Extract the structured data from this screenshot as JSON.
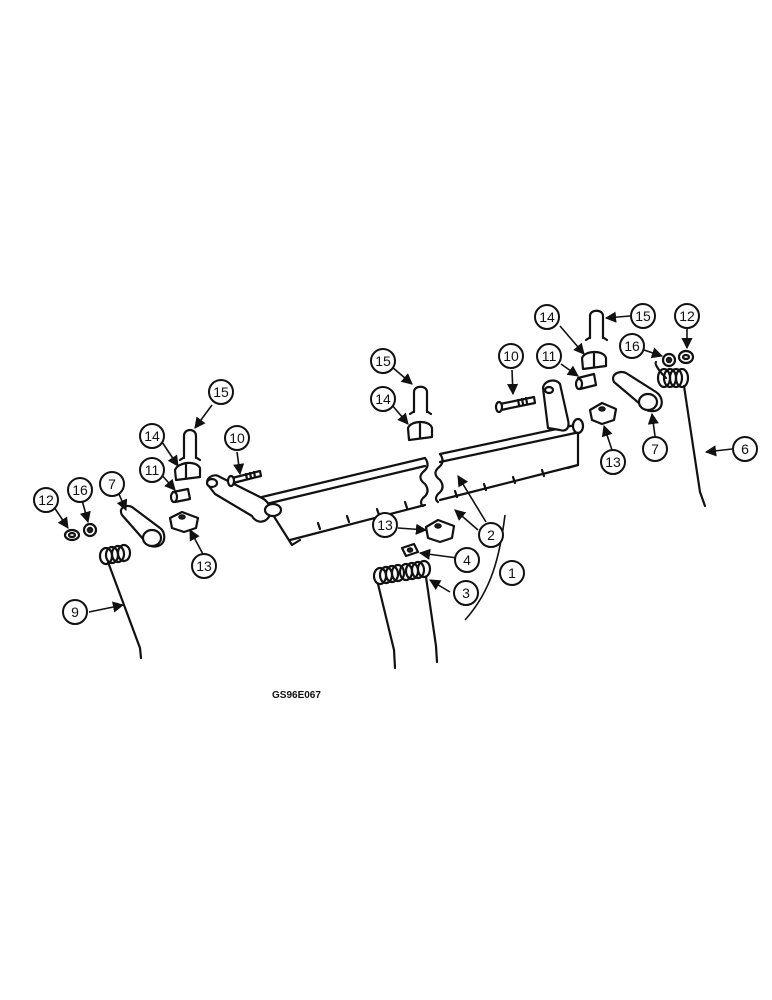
{
  "diagram": {
    "drawing_code": "GS96E067",
    "callouts": [
      "1",
      "2",
      "3",
      "4",
      "6",
      "7",
      "7",
      "9",
      "10",
      "10",
      "11",
      "11",
      "12",
      "12",
      "13",
      "13",
      "13",
      "14",
      "14",
      "14",
      "15",
      "15",
      "15",
      "16",
      "16"
    ]
  },
  "colors": {
    "line": "#111111",
    "background": "#ffffff"
  }
}
